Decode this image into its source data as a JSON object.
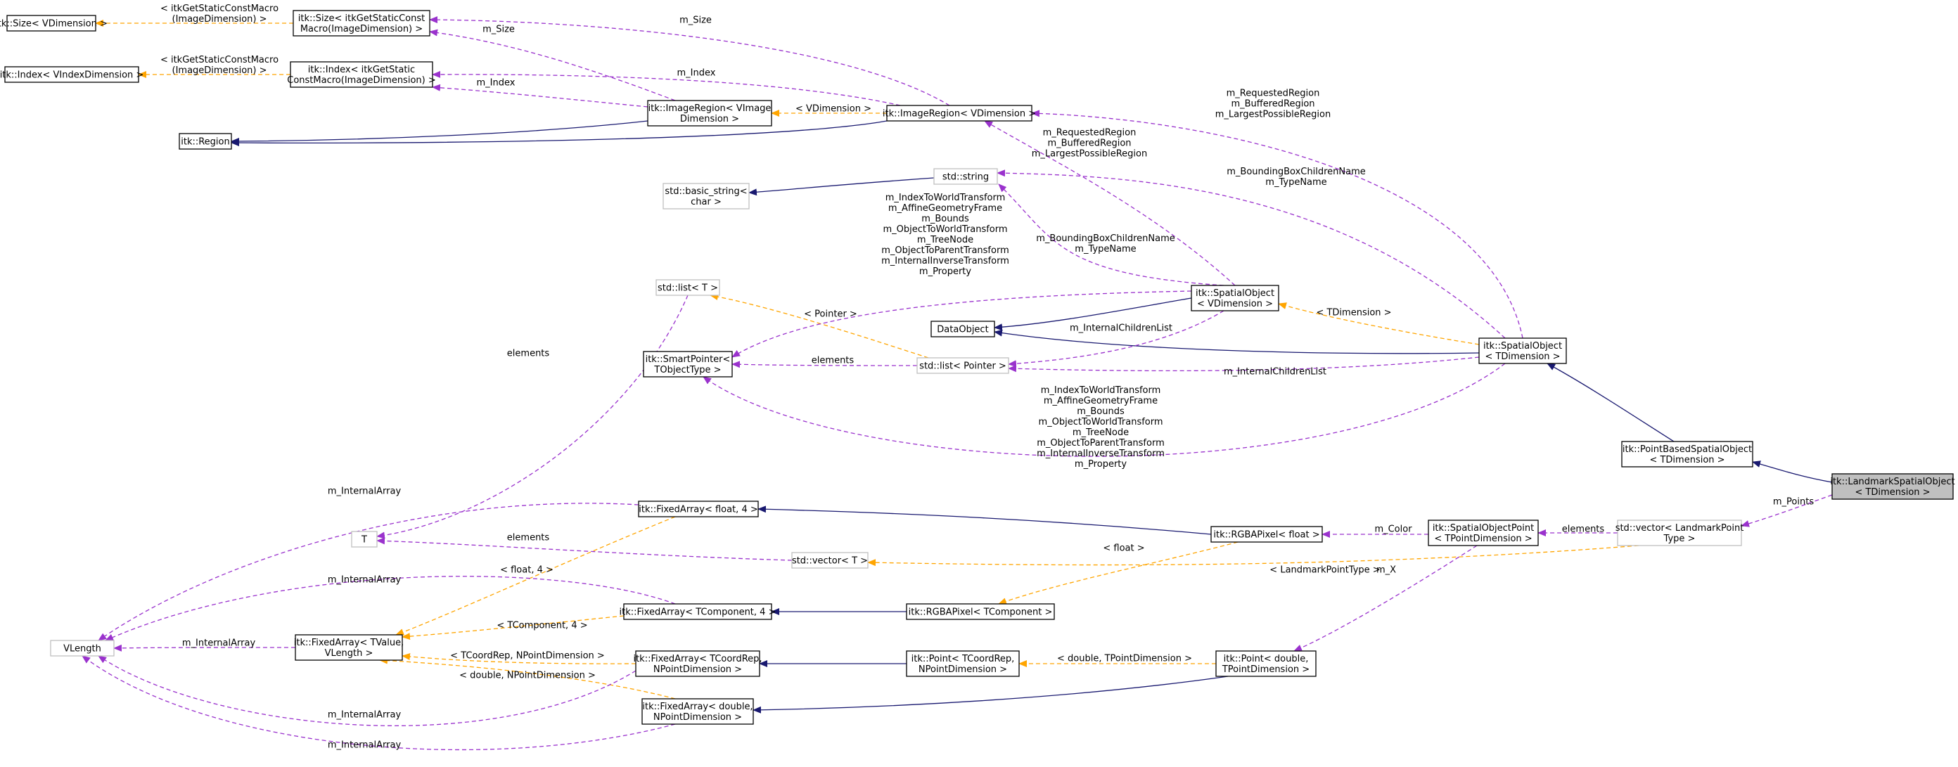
{
  "nodes": [
    {
      "id": "size_vdim",
      "lines": [
        "itk::Size< VDimension >"
      ],
      "style": "normal"
    },
    {
      "id": "size_macro",
      "lines": [
        "itk::Size< itkGetStaticConst",
        "Macro(ImageDimension) >"
      ],
      "style": "normal"
    },
    {
      "id": "index_vindex",
      "lines": [
        "itk::Index< VIndexDimension >"
      ],
      "style": "normal"
    },
    {
      "id": "index_macro",
      "lines": [
        "itk::Index< itkGetStatic",
        "ConstMacro(ImageDimension) >"
      ],
      "style": "normal"
    },
    {
      "id": "region",
      "lines": [
        "itk::Region"
      ],
      "style": "normal"
    },
    {
      "id": "imgregion_vimg",
      "lines": [
        "itk::ImageRegion< VImage",
        "Dimension >"
      ],
      "style": "normal"
    },
    {
      "id": "imgregion_vdim",
      "lines": [
        "itk::ImageRegion< VDimension >"
      ],
      "style": "normal"
    },
    {
      "id": "basic_string",
      "lines": [
        "std::basic_string<",
        "char >"
      ],
      "style": "external"
    },
    {
      "id": "std_string",
      "lines": [
        "std::string"
      ],
      "style": "external"
    },
    {
      "id": "std_list_t",
      "lines": [
        "std::list< T >"
      ],
      "style": "external"
    },
    {
      "id": "dataobject",
      "lines": [
        "DataObject"
      ],
      "style": "normal"
    },
    {
      "id": "spatial_vdim",
      "lines": [
        "itk::SpatialObject",
        "< VDimension >"
      ],
      "style": "normal"
    },
    {
      "id": "smartpointer",
      "lines": [
        "itk::SmartPointer<",
        "TObjectType >"
      ],
      "style": "normal"
    },
    {
      "id": "std_list_ptr",
      "lines": [
        "std::list< Pointer >"
      ],
      "style": "external"
    },
    {
      "id": "spatial_tdim",
      "lines": [
        "itk::SpatialObject",
        "< TDimension >"
      ],
      "style": "normal"
    },
    {
      "id": "pointbased",
      "lines": [
        "itk::PointBasedSpatialObject",
        "< TDimension >"
      ],
      "style": "normal"
    },
    {
      "id": "landmark",
      "lines": [
        "itk::LandmarkSpatialObject",
        "< TDimension >"
      ],
      "style": "focus"
    },
    {
      "id": "std_vector_lm",
      "lines": [
        "std::vector< LandmarkPoint",
        "Type >"
      ],
      "style": "external"
    },
    {
      "id": "fixed_float4",
      "lines": [
        "itk::FixedArray< float, 4 >"
      ],
      "style": "normal"
    },
    {
      "id": "rgba_float",
      "lines": [
        "itk::RGBAPixel< float >"
      ],
      "style": "normal"
    },
    {
      "id": "spatial_point",
      "lines": [
        "itk::SpatialObjectPoint",
        "< TPointDimension >"
      ],
      "style": "normal"
    },
    {
      "id": "T",
      "lines": [
        "T"
      ],
      "style": "external"
    },
    {
      "id": "std_vector_t",
      "lines": [
        "std::vector< T >"
      ],
      "style": "external"
    },
    {
      "id": "fixed_tcomp4",
      "lines": [
        "itk::FixedArray< TComponent, 4 >"
      ],
      "style": "normal"
    },
    {
      "id": "rgba_tcomp",
      "lines": [
        "itk::RGBAPixel< TComponent >"
      ],
      "style": "normal"
    },
    {
      "id": "vlength",
      "lines": [
        "VLength"
      ],
      "style": "external"
    },
    {
      "id": "fixed_tvalue",
      "lines": [
        "itk::FixedArray< TValue,",
        "VLength >"
      ],
      "style": "normal"
    },
    {
      "id": "fixed_tcoord",
      "lines": [
        "itk::FixedArray< TCoordRep,",
        "NPointDimension >"
      ],
      "style": "normal"
    },
    {
      "id": "point_tcoord",
      "lines": [
        "itk::Point< TCoordRep,",
        "NPointDimension >"
      ],
      "style": "normal"
    },
    {
      "id": "point_double",
      "lines": [
        "itk::Point< double,",
        "TPointDimension >"
      ],
      "style": "normal"
    },
    {
      "id": "fixed_double",
      "lines": [
        "itk::FixedArray< double,",
        "NPointDimension >"
      ],
      "style": "normal"
    }
  ],
  "edge_labels": [
    {
      "id": "lbl_size_macro",
      "lines": [
        "< itkGetStaticConstMacro",
        "(ImageDimension) >"
      ]
    },
    {
      "id": "lbl_index_macro",
      "lines": [
        "< itkGetStaticConstMacro",
        "(ImageDimension) >"
      ]
    },
    {
      "id": "lbl_msize_top",
      "lines": [
        "m_Size"
      ]
    },
    {
      "id": "lbl_msize_mid",
      "lines": [
        "m_Size"
      ]
    },
    {
      "id": "lbl_mindex_top",
      "lines": [
        "m_Index"
      ]
    },
    {
      "id": "lbl_mindex_mid",
      "lines": [
        "m_Index"
      ]
    },
    {
      "id": "lbl_vdimension",
      "lines": [
        "< VDimension >"
      ]
    },
    {
      "id": "lbl_regions_right",
      "lines": [
        "m_RequestedRegion",
        "m_BufferedRegion",
        "m_LargestPossibleRegion"
      ]
    },
    {
      "id": "lbl_regions_mid",
      "lines": [
        "m_RequestedRegion",
        "m_BufferedRegion",
        "m_LargestPossibleRegion"
      ]
    },
    {
      "id": "lbl_bbox_right",
      "lines": [
        "m_BoundingBoxChildrenName",
        "m_TypeName"
      ]
    },
    {
      "id": "lbl_bbox_mid",
      "lines": [
        "m_BoundingBoxChildrenName",
        "m_TypeName"
      ]
    },
    {
      "id": "lbl_transforms_top",
      "lines": [
        "m_IndexToWorldTransform",
        "m_AffineGeometryFrame",
        "m_Bounds",
        "m_ObjectToWorldTransform",
        "m_TreeNode",
        "m_ObjectToParentTransform",
        "m_InternalInverseTransform",
        "m_Property"
      ]
    },
    {
      "id": "lbl_tdimension",
      "lines": [
        "< TDimension >"
      ]
    },
    {
      "id": "lbl_pointer",
      "lines": [
        "< Pointer >"
      ]
    },
    {
      "id": "lbl_children_mid",
      "lines": [
        "m_InternalChildrenList"
      ]
    },
    {
      "id": "lbl_elements_list",
      "lines": [
        "elements"
      ]
    },
    {
      "id": "lbl_elements_left",
      "lines": [
        "elements"
      ]
    },
    {
      "id": "lbl_children_right",
      "lines": [
        "m_InternalChildrenList"
      ]
    },
    {
      "id": "lbl_transforms_bottom",
      "lines": [
        "m_IndexToWorldTransform",
        "m_AffineGeometryFrame",
        "m_Bounds",
        "m_ObjectToWorldTransform",
        "m_TreeNode",
        "m_ObjectToParentTransform",
        "m_InternalInverseTransform",
        "m_Property"
      ]
    },
    {
      "id": "lbl_mpoints",
      "lines": [
        "m_Points"
      ]
    },
    {
      "id": "lbl_internal_1",
      "lines": [
        "m_InternalArray"
      ]
    },
    {
      "id": "lbl_mcolor",
      "lines": [
        "m_Color"
      ]
    },
    {
      "id": "lbl_elements_spoint",
      "lines": [
        "elements"
      ]
    },
    {
      "id": "lbl_float",
      "lines": [
        "< float >"
      ]
    },
    {
      "id": "lbl_elements_t",
      "lines": [
        "elements"
      ]
    },
    {
      "id": "lbl_internal_2",
      "lines": [
        "m_InternalArray"
      ]
    },
    {
      "id": "lbl_float4",
      "lines": [
        "< float, 4 >"
      ]
    },
    {
      "id": "lbl_landmarkpt",
      "lines": [
        "< LandmarkPointType >"
      ]
    },
    {
      "id": "lbl_mx",
      "lines": [
        "m_X"
      ]
    },
    {
      "id": "lbl_tcomp4",
      "lines": [
        "< TComponent, 4 >"
      ]
    },
    {
      "id": "lbl_internal_3",
      "lines": [
        "m_InternalArray"
      ]
    },
    {
      "id": "lbl_tcoordrep",
      "lines": [
        "< TCoordRep, NPointDimension >"
      ]
    },
    {
      "id": "lbl_double_npd",
      "lines": [
        "< double, NPointDimension >"
      ]
    },
    {
      "id": "lbl_double_tpd",
      "lines": [
        "< double, TPointDimension >"
      ]
    },
    {
      "id": "lbl_internal_4",
      "lines": [
        "m_InternalArray"
      ]
    },
    {
      "id": "lbl_internal_5",
      "lines": [
        "m_InternalArray"
      ]
    }
  ],
  "edges": [
    {
      "from": "imgregion_vimg",
      "to": "region",
      "kind": "inherit"
    },
    {
      "from": "imgregion_vdim",
      "to": "region",
      "kind": "inherit"
    },
    {
      "from": "std_string",
      "to": "basic_string",
      "kind": "inherit"
    },
    {
      "from": "spatial_vdim",
      "to": "dataobject",
      "kind": "inherit"
    },
    {
      "from": "spatial_tdim",
      "to": "dataobject",
      "kind": "inherit"
    },
    {
      "from": "pointbased",
      "to": "spatial_tdim",
      "kind": "inherit"
    },
    {
      "from": "landmark",
      "to": "pointbased",
      "kind": "inherit"
    },
    {
      "from": "rgba_float",
      "to": "fixed_float4",
      "kind": "inherit"
    },
    {
      "from": "rgba_tcomp",
      "to": "fixed_tcomp4",
      "kind": "inherit"
    },
    {
      "from": "point_tcoord",
      "to": "fixed_tcoord",
      "kind": "inherit"
    },
    {
      "from": "point_double",
      "to": "fixed_double",
      "kind": "inherit"
    },
    {
      "from": "size_macro",
      "to": "size_vdim",
      "kind": "template"
    },
    {
      "from": "index_macro",
      "to": "index_vindex",
      "kind": "template"
    },
    {
      "from": "imgregion_vdim",
      "to": "imgregion_vimg",
      "kind": "template"
    },
    {
      "from": "spatial_tdim",
      "to": "spatial_vdim",
      "kind": "template"
    },
    {
      "from": "std_list_ptr",
      "to": "std_list_t",
      "kind": "template"
    },
    {
      "from": "rgba_float",
      "to": "rgba_tcomp",
      "kind": "template"
    },
    {
      "from": "std_vector_lm",
      "to": "std_vector_t",
      "kind": "template"
    },
    {
      "from": "fixed_float4",
      "to": "fixed_tvalue",
      "kind": "template"
    },
    {
      "from": "fixed_tcomp4",
      "to": "fixed_tvalue",
      "kind": "template"
    },
    {
      "from": "fixed_tcoord",
      "to": "fixed_tvalue",
      "kind": "template"
    },
    {
      "from": "fixed_double",
      "to": "fixed_tvalue",
      "kind": "template"
    },
    {
      "from": "point_double",
      "to": "point_tcoord",
      "kind": "template"
    },
    {
      "from": "imgregion_vimg",
      "to": "size_macro",
      "kind": "usage"
    },
    {
      "from": "imgregion_vdim",
      "to": "size_macro",
      "kind": "usage"
    },
    {
      "from": "imgregion_vimg",
      "to": "index_macro",
      "kind": "usage"
    },
    {
      "from": "imgregion_vdim",
      "to": "index_macro",
      "kind": "usage"
    },
    {
      "from": "spatial_tdim",
      "to": "imgregion_vdim",
      "kind": "usage"
    },
    {
      "from": "spatial_vdim",
      "to": "imgregion_vdim",
      "kind": "usage"
    },
    {
      "from": "spatial_tdim",
      "to": "std_string",
      "kind": "usage"
    },
    {
      "from": "spatial_vdim",
      "to": "std_string",
      "kind": "usage"
    },
    {
      "from": "spatial_vdim",
      "to": "smartpointer",
      "kind": "usage"
    },
    {
      "from": "spatial_tdim",
      "to": "smartpointer",
      "kind": "usage"
    },
    {
      "from": "std_list_ptr",
      "to": "smartpointer",
      "kind": "usage"
    },
    {
      "from": "spatial_vdim",
      "to": "std_list_ptr",
      "kind": "usage"
    },
    {
      "from": "spatial_tdim",
      "to": "std_list_ptr",
      "kind": "usage"
    },
    {
      "from": "std_list_t",
      "to": "T",
      "kind": "usage"
    },
    {
      "from": "std_vector_t",
      "to": "T",
      "kind": "usage"
    },
    {
      "from": "landmark",
      "to": "std_vector_lm",
      "kind": "usage"
    },
    {
      "from": "std_vector_lm",
      "to": "spatial_point",
      "kind": "usage"
    },
    {
      "from": "spatial_point",
      "to": "rgba_float",
      "kind": "usage"
    },
    {
      "from": "spatial_point",
      "to": "point_double",
      "kind": "usage"
    },
    {
      "from": "fixed_float4",
      "to": "vlength",
      "kind": "usage"
    },
    {
      "from": "fixed_tcomp4",
      "to": "vlength",
      "kind": "usage"
    },
    {
      "from": "fixed_tvalue",
      "to": "vlength",
      "kind": "usage"
    },
    {
      "from": "fixed_tcoord",
      "to": "vlength",
      "kind": "usage"
    },
    {
      "from": "fixed_double",
      "to": "vlength",
      "kind": "usage"
    }
  ],
  "colors": {
    "inherit": "#191970",
    "usage": "#9a32cd",
    "template": "#ffa500",
    "node_border": "#000000",
    "external_border": "#bfbfbf",
    "focus_fill": "#bfbfbf"
  }
}
